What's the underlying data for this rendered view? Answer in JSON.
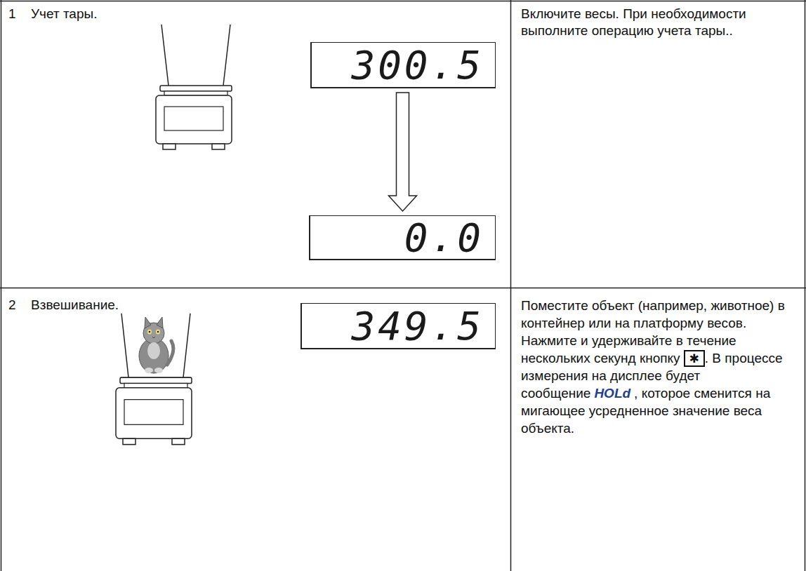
{
  "diagram": {
    "nodes": [
      {
        "text": [
          "300.5"
        ]
      },
      {
        "text": [
          "0.0"
        ]
      },
      {
        "text": [
          "349.5"
        ]
      }
    ],
    "edges": [
      {
        "from": 0,
        "to": 1,
        "arrow": "to"
      }
    ],
    "labels": [
      "1",
      "Учет тары.",
      "Включите весы. При необходимости выполните операцию учета тары..",
      "2",
      "Взвешивание.",
      "Поместите объект (например, животное) в контейнер или на платформу весов. Нажмите и удерживайте в течение нескольких секунд кнопку",
      "✱",
      ". В процессе измерения на дисплее будет сообщение",
      "HOLd",
      ", которое сменится на мигающее усредненное значение веса объекта."
    ]
  }
}
